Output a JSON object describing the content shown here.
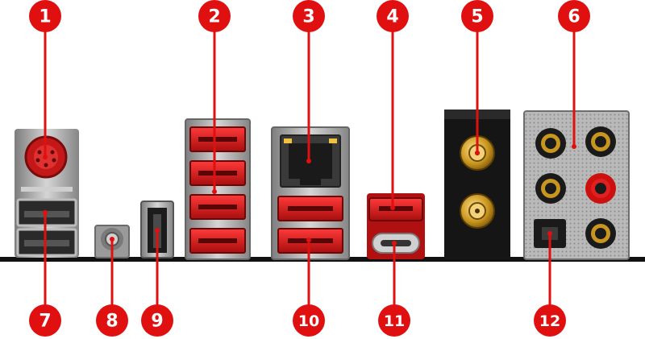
{
  "colors": {
    "badge": "#e01010",
    "leader": "#e01010",
    "usb_red": "#d42020",
    "gold": "#c8961e",
    "panel_dark": "#151515",
    "steel": "#9a9a9a",
    "baseline": "#111111"
  },
  "callouts": [
    {
      "number": "1",
      "port": "ps2-combo-port"
    },
    {
      "number": "2",
      "port": "usb-stack-red-quad"
    },
    {
      "number": "3",
      "port": "lan-port"
    },
    {
      "number": "4",
      "port": "usb-type-a-red-top"
    },
    {
      "number": "5",
      "port": "wifi-antenna-connectors"
    },
    {
      "number": "6",
      "port": "audio-jacks"
    },
    {
      "number": "7",
      "port": "usb-black-pair"
    },
    {
      "number": "8",
      "port": "clear-cmos-button"
    },
    {
      "number": "9",
      "port": "bios-flashback-usb"
    },
    {
      "number": "10",
      "port": "usb-red-pair-under-lan"
    },
    {
      "number": "11",
      "port": "usb-type-c"
    },
    {
      "number": "12",
      "port": "optical-spdif-out"
    }
  ]
}
